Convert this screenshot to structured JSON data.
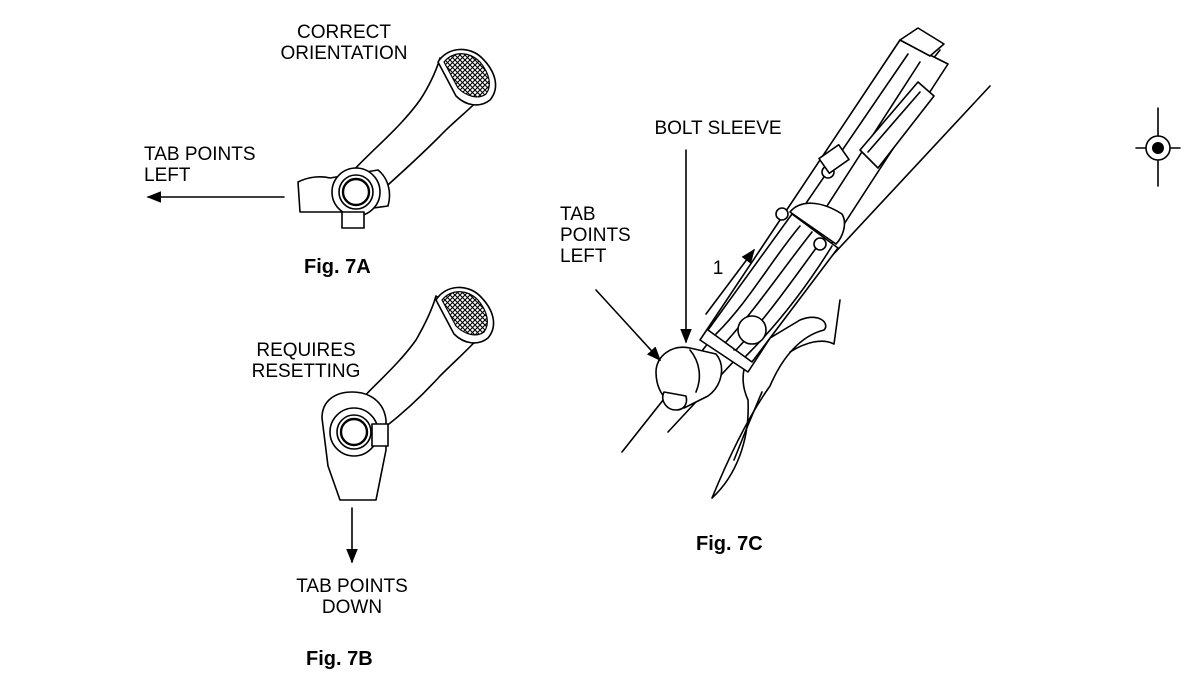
{
  "fig7a": {
    "label_orientation": "CORRECT\nORIENTATION",
    "label_tab": "TAB POINTS\nLEFT",
    "caption": "Fig. 7A"
  },
  "fig7b": {
    "label_resetting": "REQUIRES\nRESETTING",
    "label_tab": "TAB POINTS\nDOWN",
    "caption": "Fig. 7B"
  },
  "fig7c": {
    "label_bolt_sleeve": "BOLT SLEEVE",
    "label_tab": "TAB\nPOINTS\nLEFT",
    "step_number": "1",
    "caption": "Fig. 7C"
  }
}
